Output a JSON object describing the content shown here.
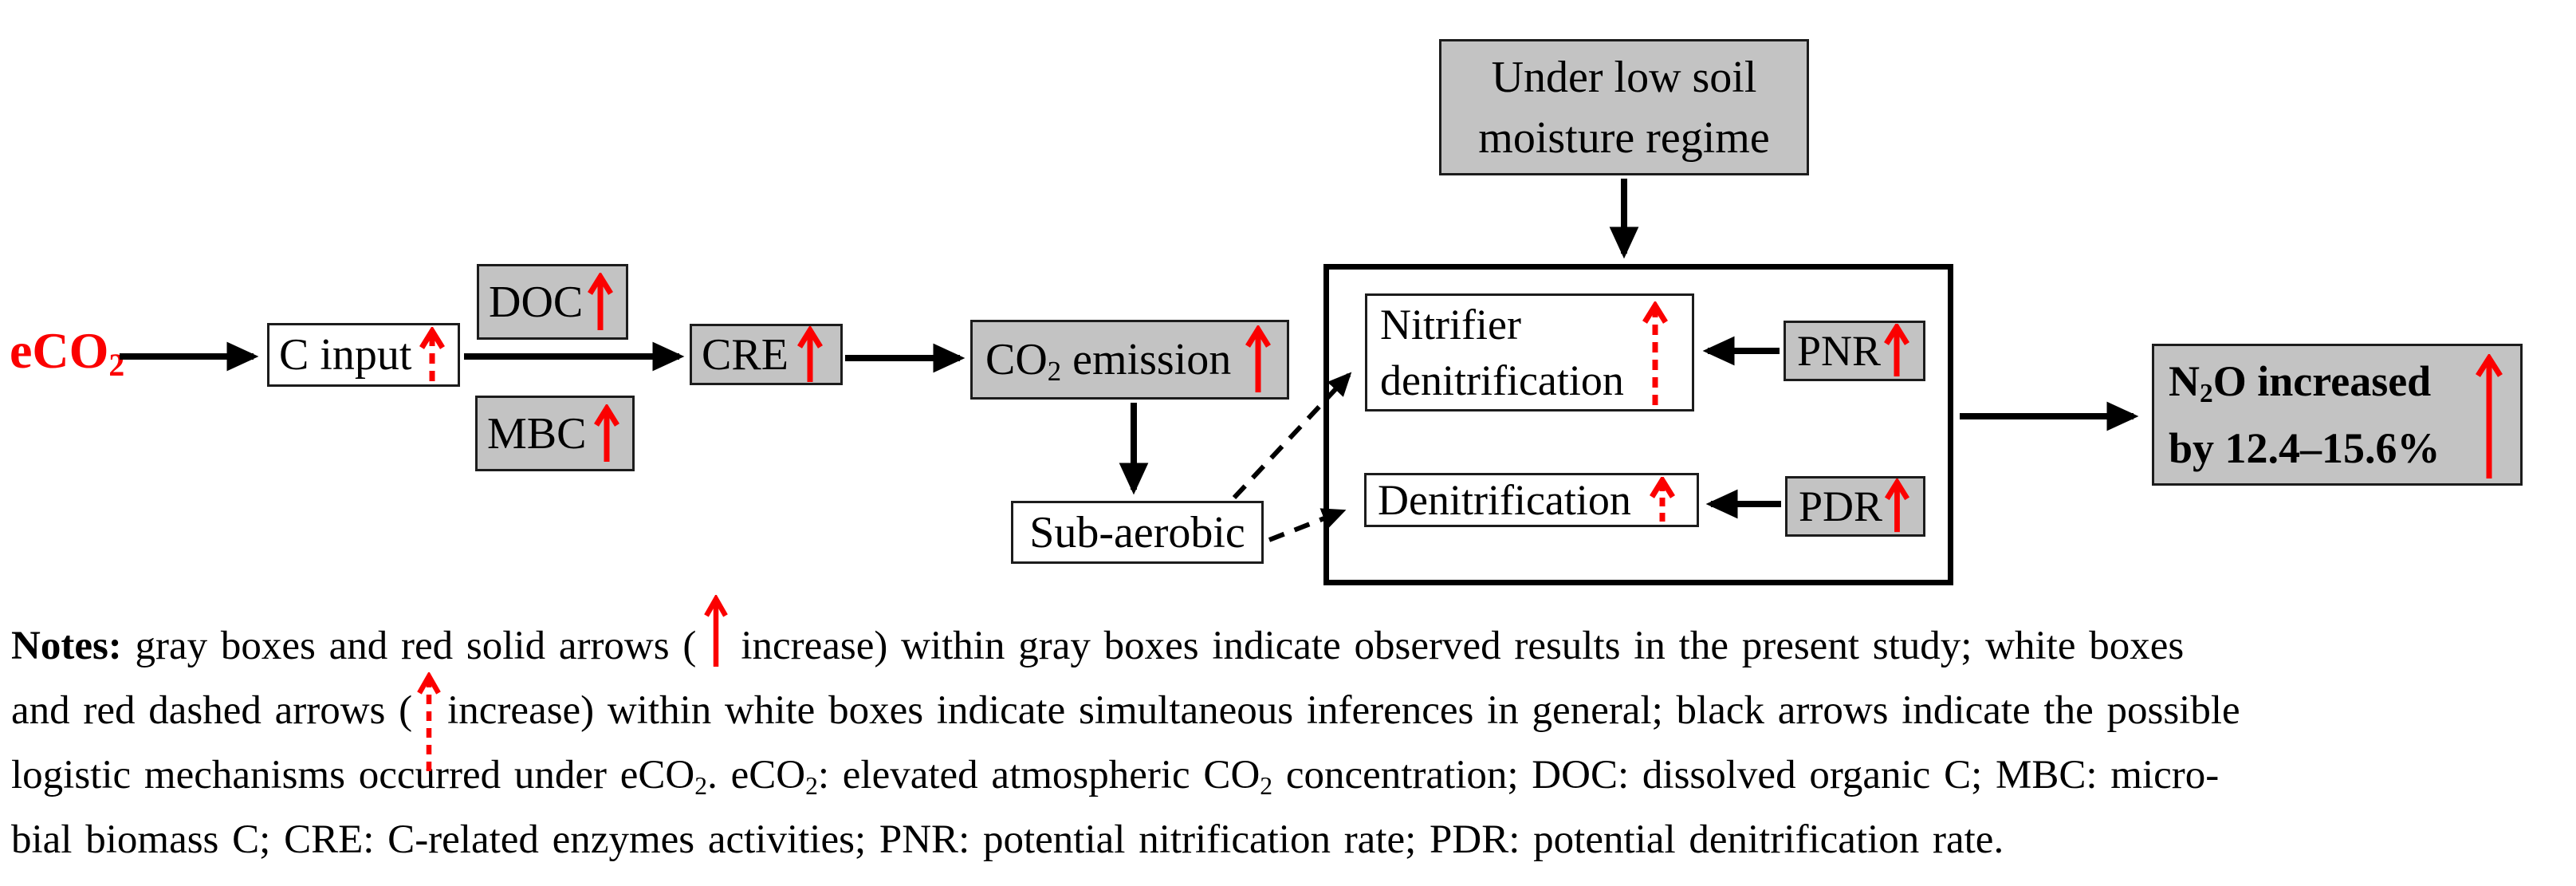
{
  "colors": {
    "box_gray": "#c3c3c3",
    "box_border": "#1c1c1c",
    "arrow_black": "#000000",
    "arrow_red": "#fb0000"
  },
  "boxes": {
    "eco2": {
      "pre": "eCO",
      "sub": "2"
    },
    "c_input": {
      "label": "C input"
    },
    "doc": {
      "label": "DOC"
    },
    "mbc": {
      "label": "MBC"
    },
    "cre": {
      "label": "CRE"
    },
    "co2_emission": {
      "pre": "CO",
      "sub": "2",
      "post": " emission"
    },
    "sub_aerobic": {
      "label": "Sub-aerobic"
    },
    "moisture": {
      "line1": "Under low soil",
      "line2": "moisture regime"
    },
    "nitrifier": {
      "line1": "Nitrifier",
      "line2": "denitrification"
    },
    "pnr": {
      "label": "PNR"
    },
    "denitrification": {
      "label": "Denitrification"
    },
    "pdr": {
      "label": "PDR"
    },
    "n2o": {
      "pre": "N",
      "sub": "2",
      "post": "O increased",
      "line2": "by 12.4–15.6%"
    }
  },
  "notes": {
    "prefix": "Notes:",
    "line1_a": " gray boxes and red solid arrows (",
    "line1_b": "increase) within gray boxes indicate observed results in the present study; white boxes",
    "line2_a": "and red dashed arrows (",
    "line2_b": "increase) within white boxes indicate simultaneous inferences in general; black arrows indicate the possible",
    "line3_a": "logistic mechanisms occurred under eCO",
    "line3_s1": "2",
    "line3_b": ". eCO",
    "line3_s2": "2",
    "line3_c": ": elevated atmospheric CO",
    "line3_s3": "2",
    "line3_d": " concentration; DOC: dissolved organic C; MBC: micro-",
    "line4": "bial biomass C; CRE: C-related enzymes activities; PNR: potential nitrification rate; PDR: potential denitrification rate."
  }
}
